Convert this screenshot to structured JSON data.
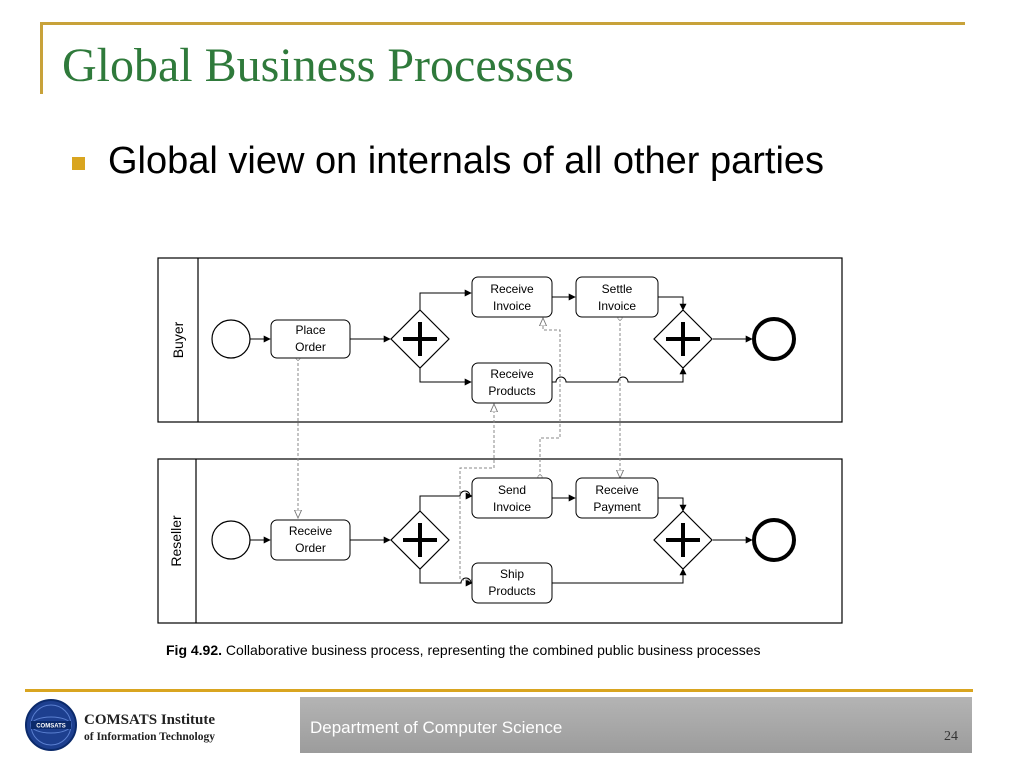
{
  "slide": {
    "title": "Global Business Processes",
    "bullet": "Global view on internals of all other parties"
  },
  "diagram": {
    "lanes": {
      "buyer": "Buyer",
      "reseller": "Reseller"
    },
    "tasks": {
      "place_order": [
        "Place",
        "Order"
      ],
      "receive_invoice": [
        "Receive",
        "Invoice"
      ],
      "settle_invoice": [
        "Settle",
        "Invoice"
      ],
      "receive_products": [
        "Receive",
        "Products"
      ],
      "receive_order": [
        "Receive",
        "Order"
      ],
      "send_invoice": [
        "Send",
        "Invoice"
      ],
      "receive_payment": [
        "Receive",
        "Payment"
      ],
      "ship_products": [
        "Ship",
        "Products"
      ]
    }
  },
  "caption": {
    "label": "Fig 4.92.",
    "text": " Collaborative business process, representing the combined public business processes"
  },
  "footer": {
    "org_line1": "COMSATS Institute",
    "org_line2": "of Information Technology",
    "logo_text": "COMSATS",
    "department": "Department of Computer Science",
    "page": "24"
  },
  "colors": {
    "title": "#2f7a3b",
    "accent": "#d9a520",
    "footer_band": "#a8a8a8"
  }
}
